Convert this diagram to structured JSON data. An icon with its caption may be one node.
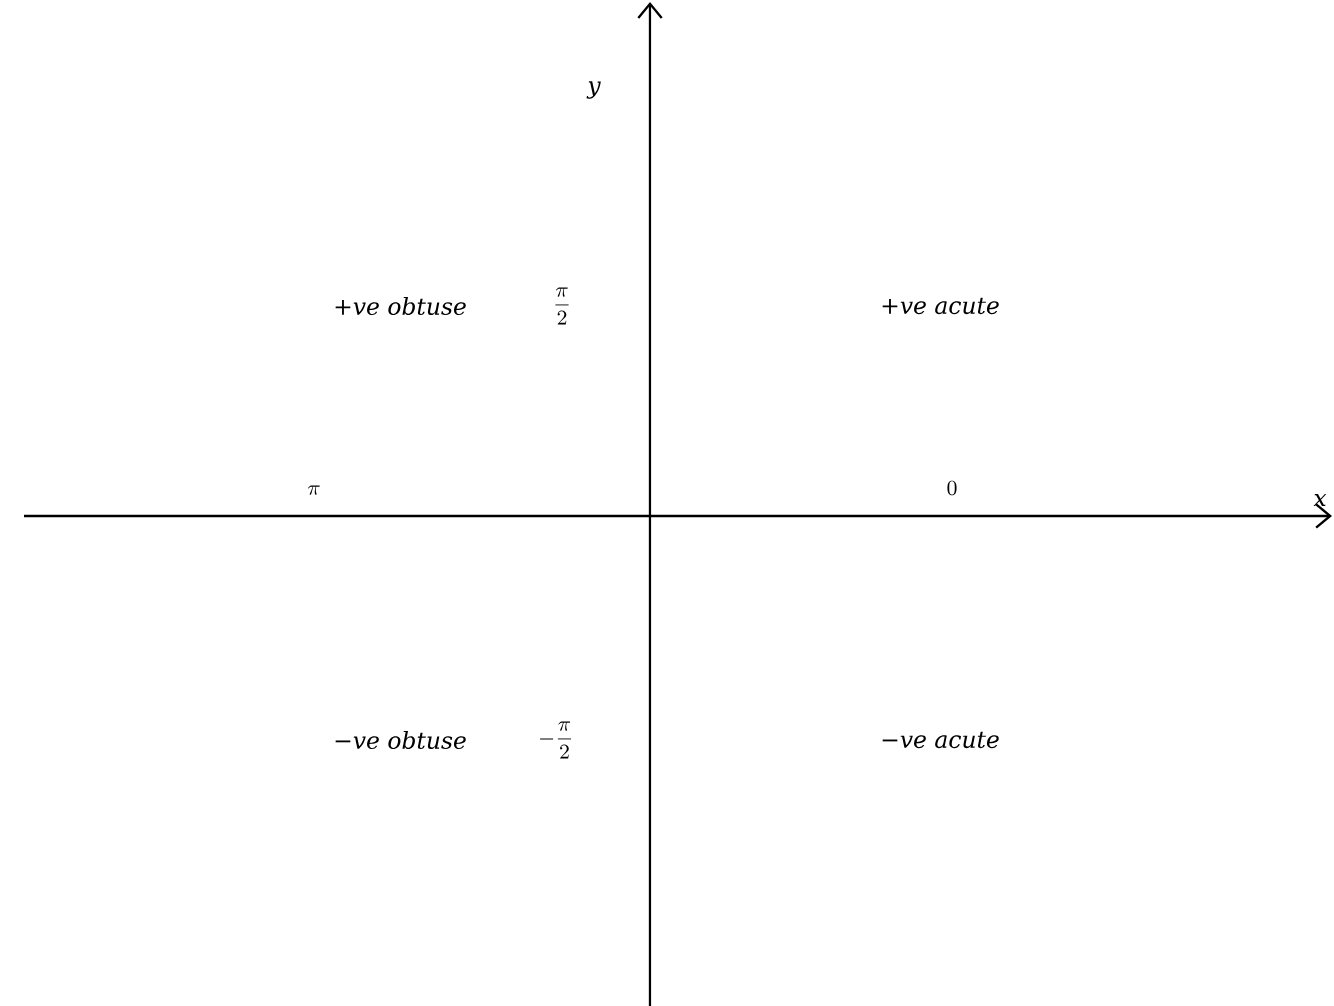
{
  "diagram": {
    "labels": [
      "y",
      "+ve obtuse",
      "\\frac{\\pi}{2}",
      "+ve acute",
      "\\pi",
      "0",
      "x",
      "−ve obtuse",
      "-\\frac{\\pi}{2}",
      "−ve acute"
    ]
  }
}
